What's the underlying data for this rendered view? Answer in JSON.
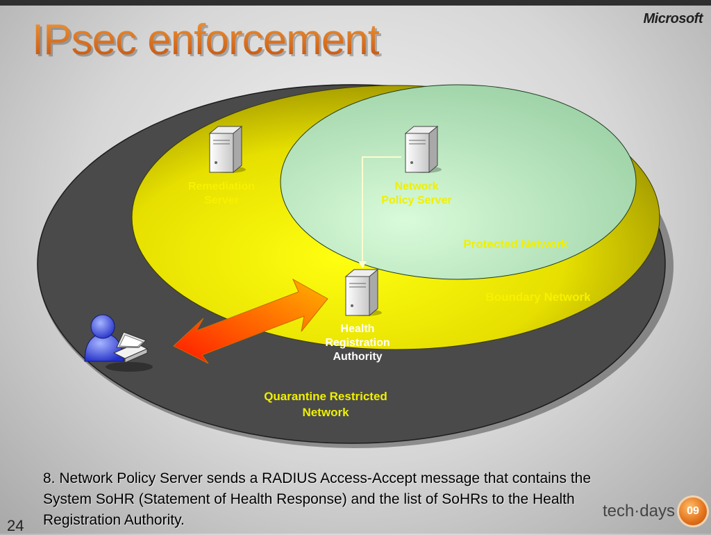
{
  "slide": {
    "title": "IPsec enforcement",
    "brand": "Microsoft",
    "page_number": "24",
    "caption": "8. Network Policy Server sends a RADIUS Access-Accept message that contains the System SoHR (Statement of Health Response) and the list of SoHRs to the Health Registration Authority.",
    "logo_text": "tech·days",
    "logo_badge": "09"
  },
  "diagram": {
    "zones": {
      "quarantine": "Quarantine Restricted\nNetwork",
      "boundary": "Boundary Network",
      "protected": "Protected Network"
    },
    "nodes": {
      "remediation": "Remediation\nServer",
      "nps": "Network\nPolicy Server",
      "hra": "Health\nRegistration\nAuthority"
    },
    "colors": {
      "quarantine_fill": "#4a4a4a",
      "boundary_fill": "#f4f000",
      "protected_fill": "#b8e6c0",
      "boundary_label": "#f7f000",
      "protected_label": "#f0f000",
      "node_label_on_yellow": "#ffffff",
      "arrow_start": "#ff1a00",
      "arrow_end": "#ffb000",
      "connector": "#fffbd0"
    }
  }
}
